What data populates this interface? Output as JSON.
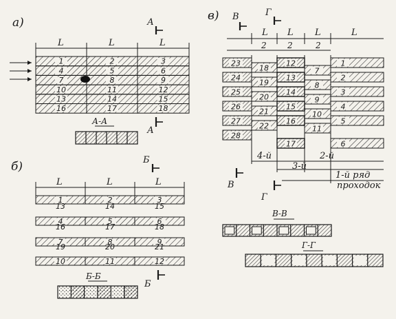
{
  "panels": {
    "a": {
      "label": "а)",
      "dim_labels": [
        "L",
        "L",
        "L"
      ],
      "cut_marks": [
        "А",
        "А"
      ],
      "section_title": "А-А",
      "numbers": [
        "1",
        "2",
        "3",
        "4",
        "5",
        "6",
        "7",
        "8",
        "9",
        "10",
        "11",
        "12",
        "13",
        "14",
        "15",
        "16",
        "17",
        "18"
      ]
    },
    "b": {
      "label": "б)",
      "dim_labels": [
        "L",
        "L",
        "L"
      ],
      "cut_marks": [
        "Б",
        "Б"
      ],
      "section_title": "Б-Б",
      "numbers": [
        "1",
        "2",
        "3",
        "13",
        "14",
        "15",
        "4",
        "5",
        "6",
        "16",
        "17",
        "18",
        "7",
        "8",
        "9",
        "19",
        "20",
        "21",
        "10",
        "11",
        "12"
      ]
    },
    "v": {
      "label": "в)",
      "dim_labels": [
        "L",
        "L",
        "L",
        "L"
      ],
      "sub_labels": [
        "2",
        "2",
        "2"
      ],
      "cut_marks": [
        "В",
        "Г",
        "В",
        "Г"
      ],
      "numbers": [
        "23",
        "24",
        "25",
        "26",
        "27",
        "28",
        "18",
        "19",
        "20",
        "21",
        "22",
        "12",
        "13",
        "14",
        "15",
        "16",
        "17",
        "7",
        "8",
        "9",
        "10",
        "11",
        "1",
        "2",
        "3",
        "4",
        "5",
        "6"
      ],
      "passes": [
        "4-й",
        "3-й",
        "2-й",
        "1-й ряд"
      ],
      "passes_caption": "проходок",
      "section_titles": [
        "В-В",
        "Г-Г"
      ]
    }
  }
}
